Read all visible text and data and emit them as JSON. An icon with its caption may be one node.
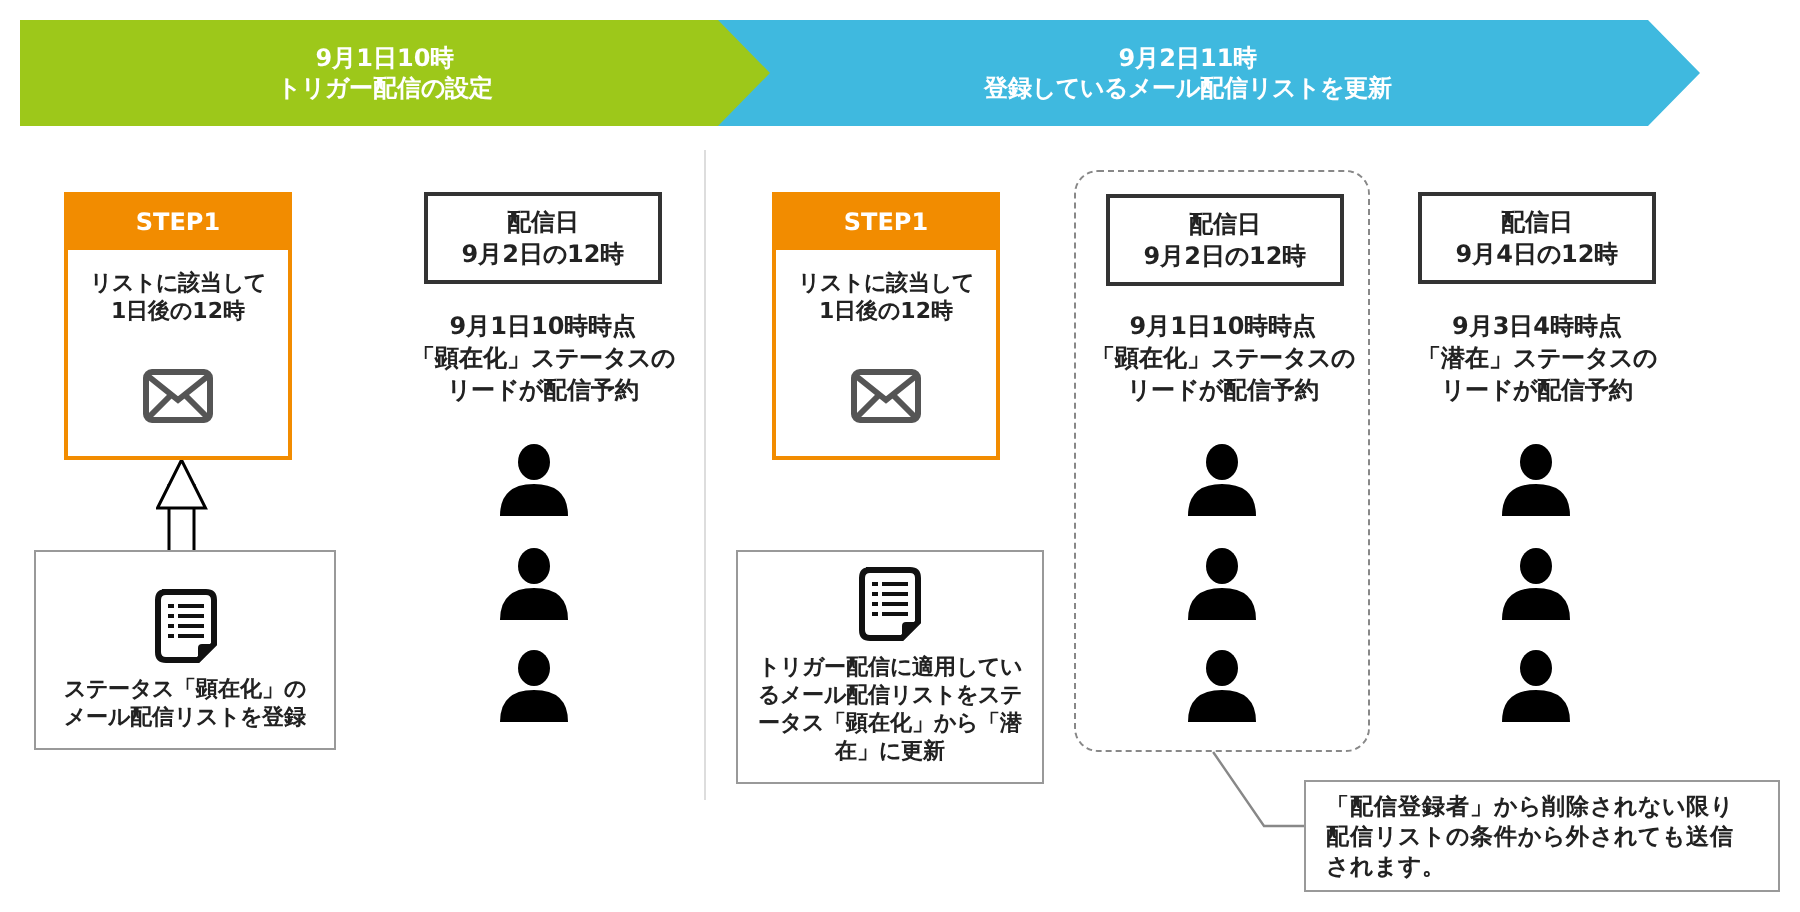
{
  "diagram": {
    "nodes": [
      {
        "text": [
          "9月1日10時",
          "トリガー配信の設定"
        ]
      },
      {
        "text": [
          "9月2日11時",
          "登録しているメール配信リストを更新"
        ]
      },
      {
        "text": [
          "STEP1",
          "リストに該当して1日後の12時"
        ]
      },
      {
        "text": [
          "ステータス「顕在化」のメール配信リストを登録"
        ]
      },
      {
        "text": [
          "配信日",
          "9月2日の12時"
        ],
        "beside": [
          "9月1日10時時点",
          "「顕在化」ステータスのリードが配信予約"
        ]
      },
      {
        "text": [
          "STEP1",
          "リストに該当して1日後の12時"
        ]
      },
      {
        "text": [
          "トリガー配信に適用しているメール配信リストをステータス「顕在化」から「**潜在**」に更新"
        ]
      },
      {
        "text": [],
        "shape": "box"
      },
      {
        "text": [
          "配信日",
          "9月2日の12時"
        ],
        "beside": [
          "9月1日10時時点",
          "「顕在化」ステータスのリードが配信予約"
        ],
        "in": 7
      },
      {
        "text": [
          "配信日",
          "9月4日の12時"
        ],
        "beside": [
          "9月3日4時時点",
          "「潜在」ステータスのリードが配信予約"
        ]
      },
      {
        "text": [
          "「配信登録者」から削除されない限り配信リストの条件から外されても送信されます。"
        ]
      }
    ],
    "edges": [
      {
        "from": 3,
        "to": 2,
        "arrow": "to",
        "style": "thick"
      },
      {
        "from": 10,
        "to": 7,
        "arrow": "none",
        "color": "#888888"
      }
    ]
  }
}
